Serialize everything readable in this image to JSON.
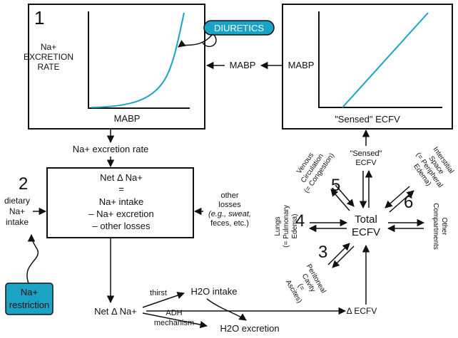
{
  "panel1": {
    "number": "1",
    "ylabel": [
      "Na+",
      "EXCRETION",
      "RATE"
    ],
    "xlabel": "MABP"
  },
  "diuretics": {
    "label": "DIURETICS"
  },
  "right_panel": {
    "top_label": "MABP",
    "xlabel": "\"Sensed\" ECFV"
  },
  "mid_mabp": "MABP",
  "na_excretion_rate": "Na+ excretion rate",
  "panel2": {
    "number": "2",
    "input": [
      "dietary",
      "Na+",
      "intake"
    ]
  },
  "balance_box": {
    "title": "Net Δ Na+",
    "eq": "=",
    "line1": "Na+ intake",
    "line2": "– Na+ excretion",
    "line3": "– other losses"
  },
  "other_losses": [
    "other",
    "losses",
    "(e.g., sweat,",
    "feces, etc.)"
  ],
  "restriction": [
    "Na+",
    "restriction"
  ],
  "bottom": {
    "net_delta": "Net Δ Na+",
    "thirst": "thirst",
    "h2o_intake": "H2O intake",
    "adh": [
      "ADH",
      "mechanism"
    ],
    "h2o_excretion": "H2O excretion",
    "delta_ecfv": "Δ ECFV"
  },
  "ecfv": {
    "total": [
      "Total",
      "ECFV"
    ],
    "sensed": [
      "\"Sensed\"",
      "ECFV"
    ],
    "num3": "3",
    "num4": "4",
    "num5": "5",
    "num6": "6",
    "venous": [
      "Venous",
      "Circulation",
      "(= Congestion)"
    ],
    "lungs": [
      "Lungs",
      "(= Pulmonary",
      "Edema)"
    ],
    "peritoneal": [
      "Peritoneal",
      "Cavity",
      "(=",
      "Ascites)"
    ],
    "interstitial": [
      "Interstitial",
      "Space",
      "(= Peripheral",
      "Edema)"
    ],
    "other": [
      "Other",
      "Compartments"
    ]
  },
  "colors": {
    "accent": "#1aa3c4",
    "ink": "#111111"
  }
}
